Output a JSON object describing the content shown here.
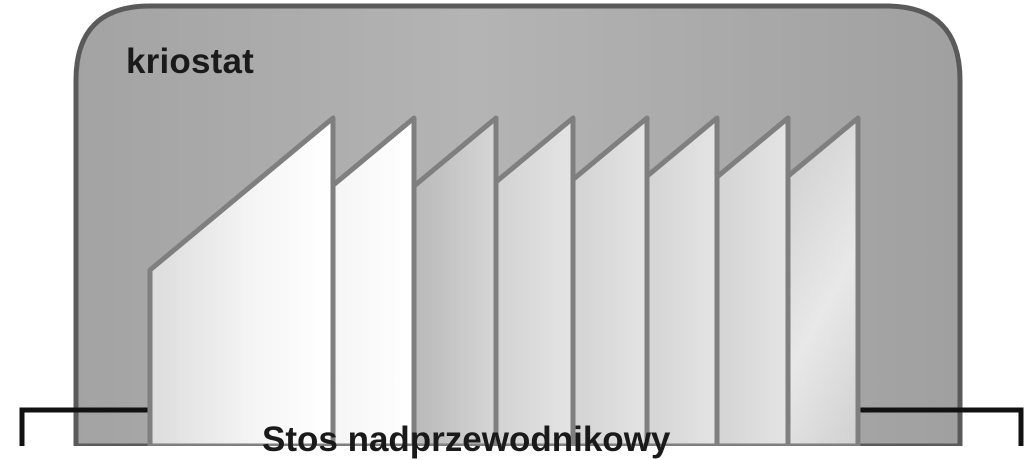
{
  "cryostat": {
    "label": "kriostat"
  },
  "stack": {
    "label": "Stos nadprzewodnikowy",
    "plate_count": 8
  },
  "colors": {
    "cryostat_fill": "#a9a9a9",
    "cryostat_border": "#5a5a5a",
    "plate_edge": "#7f7f7f",
    "wire": "#111111",
    "text": "#1a1a1a"
  }
}
